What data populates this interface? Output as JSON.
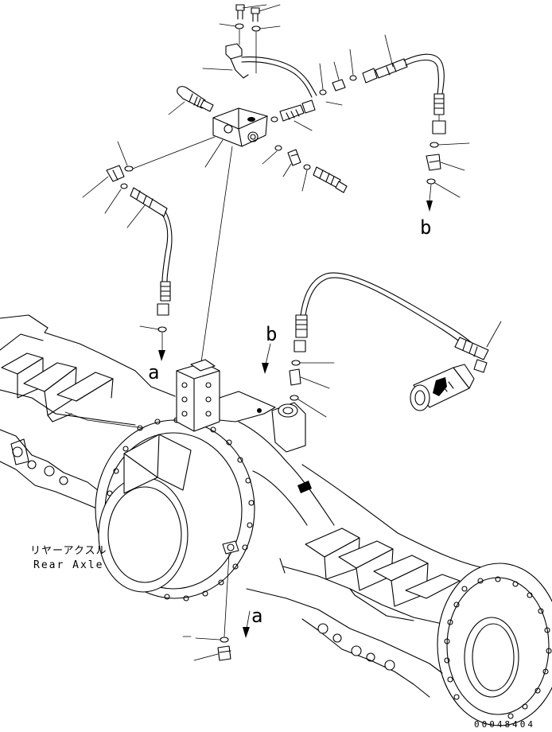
{
  "diagram": {
    "callout_a_top": "a",
    "callout_a_bottom": "a",
    "callout_b_top": "b",
    "callout_b_right": "b",
    "label_jp": "リヤーアクスル",
    "label_en": "Rear Axle",
    "drawing_code": "00048404"
  }
}
